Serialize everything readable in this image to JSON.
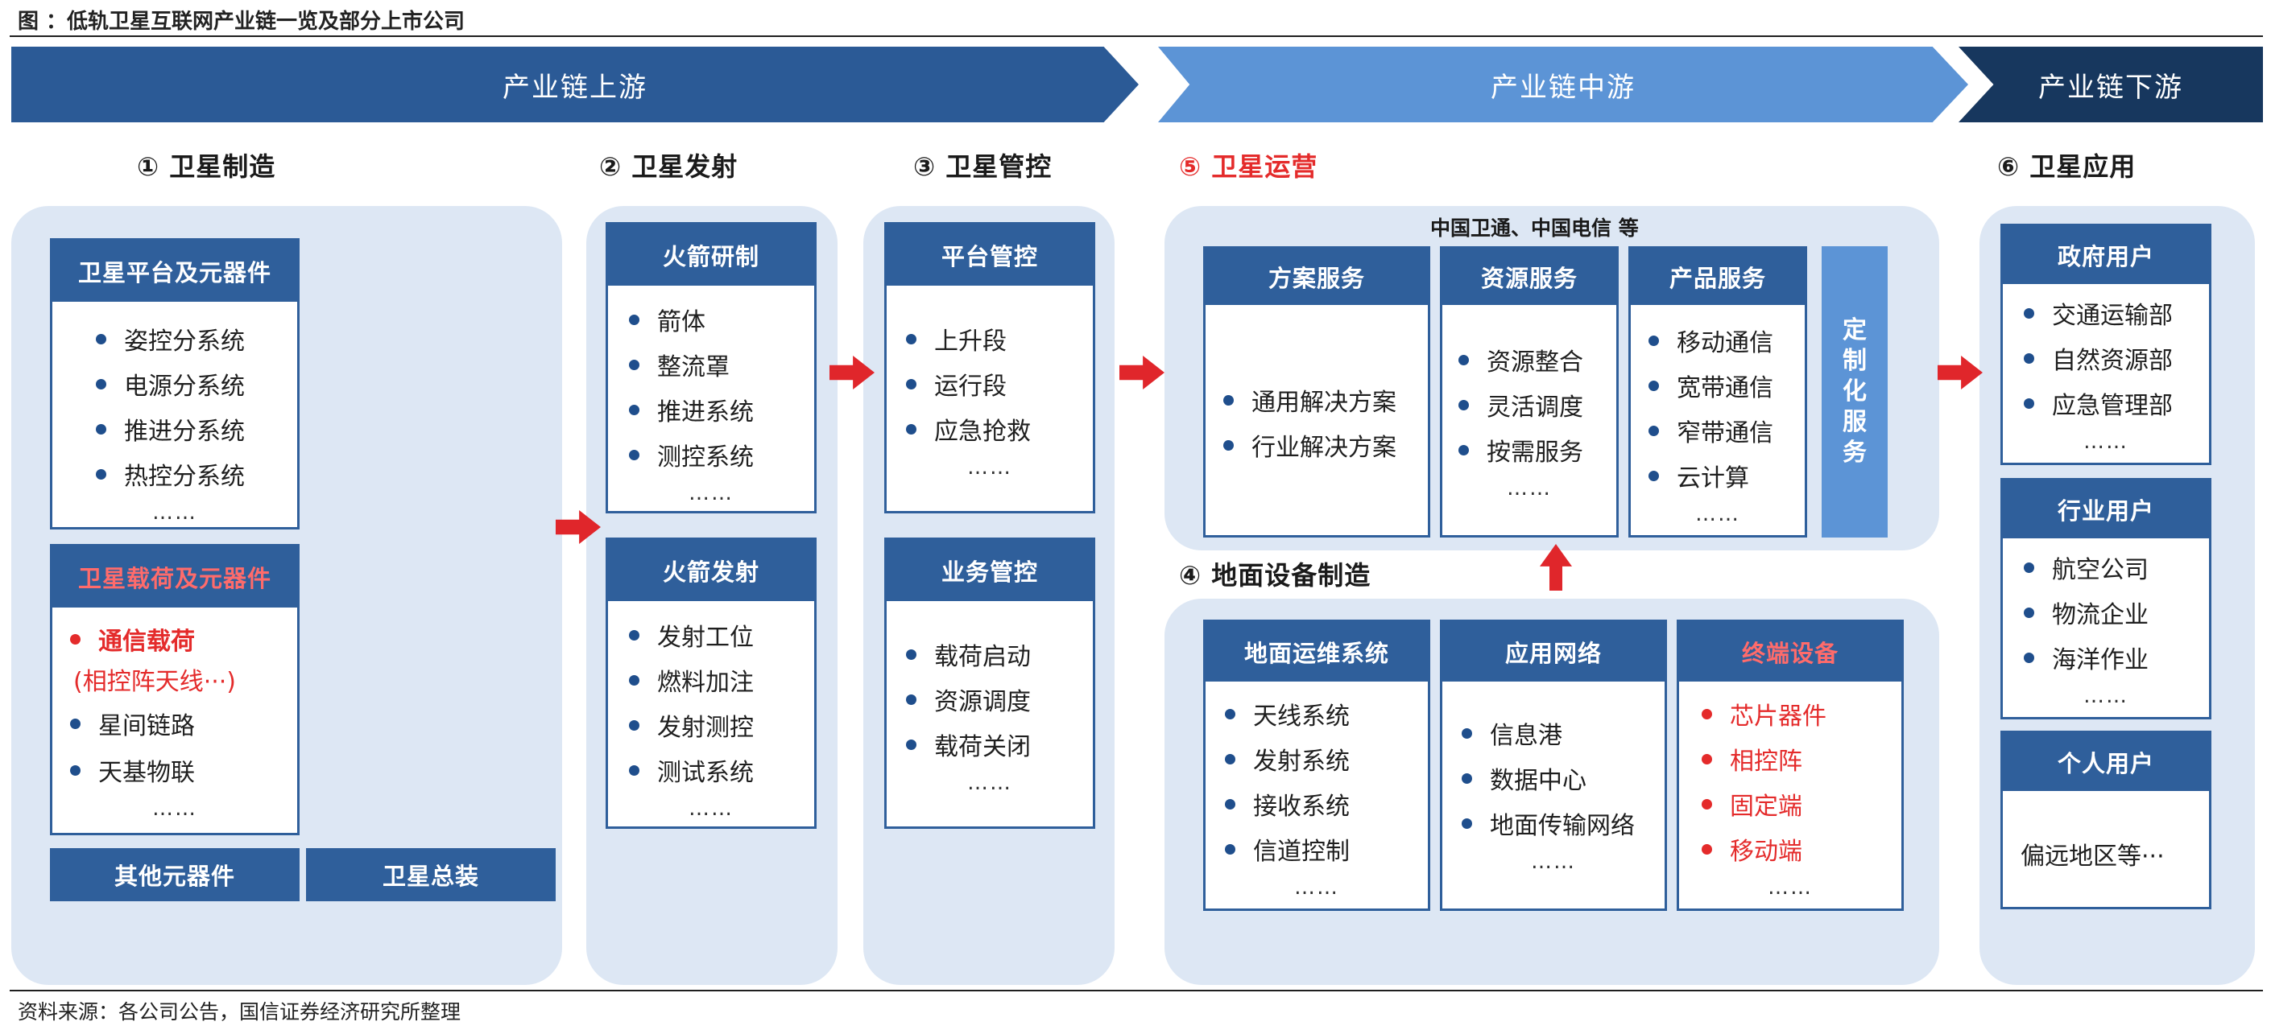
{
  "figure_title": "图 ：低轨卫星互联网产业链一览及部分上市公司",
  "stages": {
    "upstream": "产业链上游",
    "midstream": "产业链中游",
    "downstream": "产业链下游"
  },
  "sections": {
    "satellite_manufacturing": "① 卫星制造",
    "satellite_launch": "② 卫星发射",
    "satellite_control": "③ 卫星管控",
    "ground_equipment": "④ 地面设备制造",
    "satellite_operation": "⑤ 卫星运营",
    "satellite_application": "⑥ 卫星应用"
  },
  "manufacturing": {
    "platform": {
      "title": "卫星平台及元器件",
      "items": [
        "姿控分系统",
        "电源分系统",
        "推进分系统",
        "热控分系统"
      ],
      "more": "……"
    },
    "payload": {
      "title": "卫星载荷及元器件",
      "highlight": "通信载荷",
      "highlight_note": "(相控阵天线···)",
      "items": [
        "星间链路",
        "天基物联"
      ],
      "more": "……"
    },
    "other_components": "其他元器件",
    "assembly": "卫星总装"
  },
  "launch": {
    "rd": {
      "title": "火箭研制",
      "items": [
        "箭体",
        "整流罩",
        "推进系统",
        "测控系统"
      ],
      "more": "……"
    },
    "launch": {
      "title": "火箭发射",
      "items": [
        "发射工位",
        "燃料加注",
        "发射测控",
        "测试系统"
      ],
      "more": "……"
    }
  },
  "control": {
    "platform": {
      "title": "平台管控",
      "items": [
        "上升段",
        "运行段",
        "应急抢救"
      ],
      "more": "……"
    },
    "business": {
      "title": "业务管控",
      "items": [
        "载荷启动",
        "资源调度",
        "载荷关闭"
      ],
      "more": "……"
    }
  },
  "operation": {
    "operators": "中国卫通、中国电信 等",
    "solution": {
      "title": "方案服务",
      "items": [
        "通用解决方案",
        "行业解决方案"
      ]
    },
    "resource": {
      "title": "资源服务",
      "items": [
        "资源整合",
        "灵活调度",
        "按需服务"
      ],
      "more": "……"
    },
    "product": {
      "title": "产品服务",
      "items": [
        "移动通信",
        "宽带通信",
        "窄带通信",
        "云计算"
      ],
      "more": "……"
    },
    "custom": [
      "定",
      "制",
      "化",
      "服",
      "务"
    ]
  },
  "ground": {
    "ops": {
      "title": "地面运维系统",
      "items": [
        "天线系统",
        "发射系统",
        "接收系统",
        "信道控制"
      ],
      "more": "……"
    },
    "network": {
      "title": "应用网络",
      "items": [
        "信息港",
        "数据中心",
        "地面传输网络"
      ],
      "more": "……"
    },
    "terminal": {
      "title": "终端设备",
      "items": [
        "芯片器件",
        "相控阵",
        "固定端",
        "移动端"
      ],
      "more": "……"
    }
  },
  "application": {
    "gov": {
      "title": "政府用户",
      "items": [
        "交通运输部",
        "自然资源部",
        "应急管理部"
      ],
      "more": "……"
    },
    "industry": {
      "title": "行业用户",
      "items": [
        "航空公司",
        "物流企业",
        "海洋作业"
      ],
      "more": "……"
    },
    "personal": {
      "title": "个人用户",
      "text": "偏远地区等···"
    }
  },
  "source": "资料来源：各公司公告，国信证券经济研究所整理",
  "colors": {
    "dark_blue": "#2f5f9b",
    "light_blue": "#5c94d6",
    "navy": "#17375e",
    "panel": "#dde7f4",
    "red": "#e42b2b"
  }
}
